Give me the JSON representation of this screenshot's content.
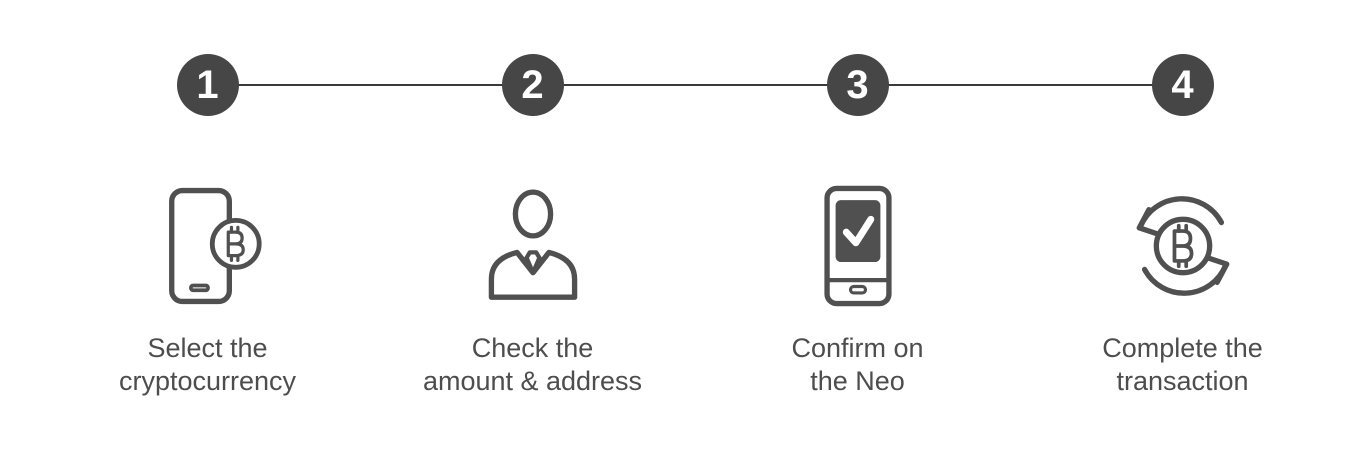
{
  "background": "#ffffff",
  "colors": {
    "step_circle_bg": "#464646",
    "step_circle_text": "#ffffff",
    "connector_line": "#3a3a3a",
    "icon_stroke": "#505050",
    "label_text": "#4d4d4d"
  },
  "steps": [
    {
      "number": "1",
      "icon": "smartphone-bitcoin-icon",
      "label": [
        "Select the",
        "cryptocurrency"
      ]
    },
    {
      "number": "2",
      "icon": "person-icon",
      "label": [
        "Check the",
        "amount & address"
      ]
    },
    {
      "number": "3",
      "icon": "smartphone-check-icon",
      "label": [
        "Confirm on",
        "the Neo"
      ]
    },
    {
      "number": "4",
      "icon": "bitcoin-cycle-icon",
      "label": [
        "Complete the",
        "transaction"
      ]
    }
  ]
}
